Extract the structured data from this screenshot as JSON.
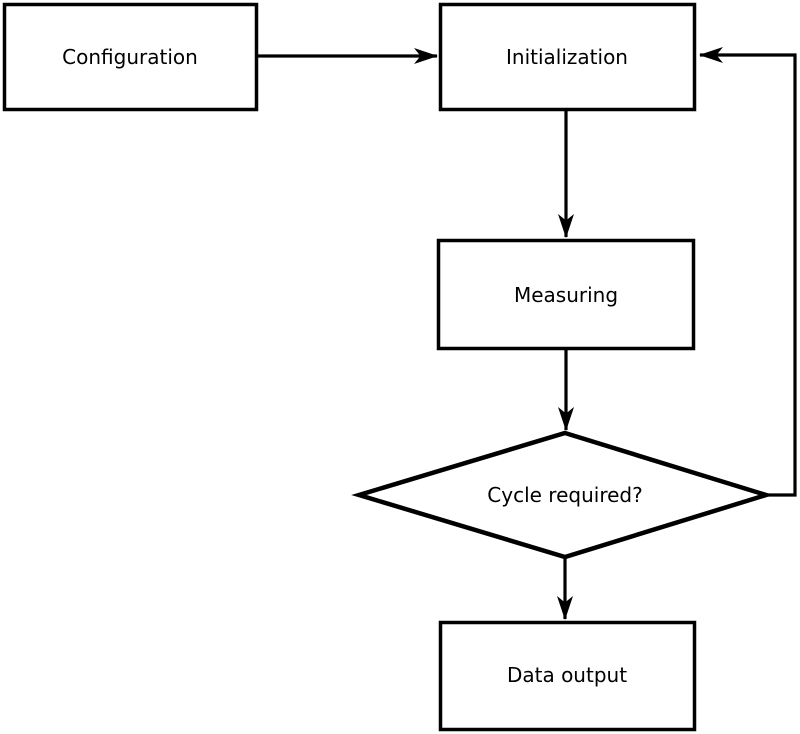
{
  "diagram": {
    "type": "flowchart",
    "background_color": "#ffffff",
    "line_color": "#000000",
    "text_color": "#000000",
    "nodes": [
      {
        "id": "configuration",
        "shape": "rectangle",
        "label": "Configuration"
      },
      {
        "id": "initialization",
        "shape": "rectangle",
        "label": "Initialization"
      },
      {
        "id": "measuring",
        "shape": "rectangle",
        "label": "Measuring"
      },
      {
        "id": "cycle-required",
        "shape": "diamond",
        "label": "Cycle required?"
      },
      {
        "id": "data-output",
        "shape": "rectangle",
        "label": "Data output"
      }
    ],
    "edges": [
      {
        "from": "configuration",
        "to": "initialization",
        "style": "arrow-right"
      },
      {
        "from": "initialization",
        "to": "measuring",
        "style": "arrow-down"
      },
      {
        "from": "measuring",
        "to": "cycle-required",
        "style": "arrow-down"
      },
      {
        "from": "cycle-required",
        "to": "data-output",
        "style": "arrow-down"
      },
      {
        "from": "cycle-required",
        "to": "initialization",
        "style": "loop-back-right"
      }
    ]
  }
}
